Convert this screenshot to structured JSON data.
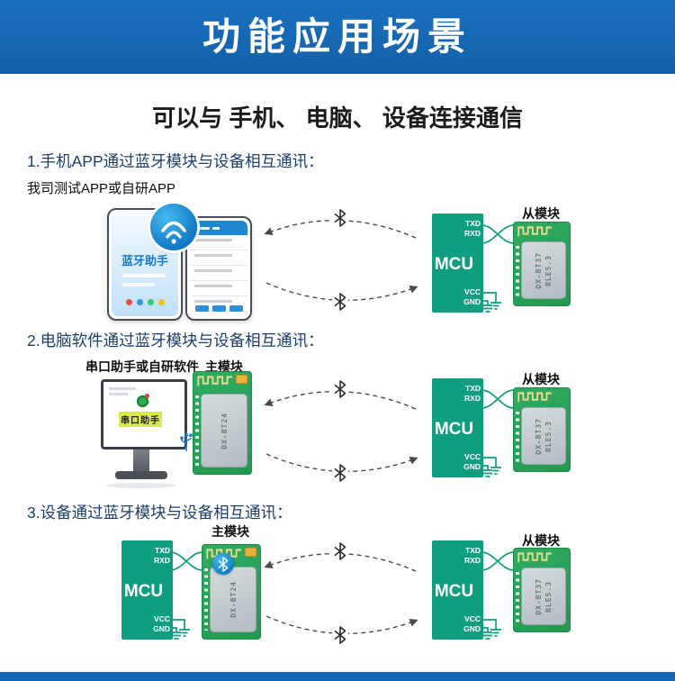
{
  "header": {
    "title": "功能应用场景"
  },
  "subtitle": "可以与 手机、 电脑、 设备连接通信",
  "sections": {
    "s1": {
      "heading": "1.手机APP通过蓝牙模块与设备相互通讯：",
      "note": "我司测试APP或自研APP",
      "slave_label": "从模块"
    },
    "s2": {
      "heading": "2.电脑软件通过蓝牙模块与设备相互通讯：",
      "left_label": "串口助手或自研软件",
      "master_label": "主模块",
      "pc_app": "串口助手",
      "slave_label": "从模块"
    },
    "s3": {
      "heading": "3.设备通过蓝牙模块与设备相互通讯：",
      "master_label": "主模块",
      "slave_label": "从模块"
    }
  },
  "phone": {
    "app_name": "蓝牙助手"
  },
  "mcu": {
    "label": "MCU",
    "txd": "TXD",
    "rxd": "RXD",
    "vcc": "VCC",
    "gnd": "GND"
  },
  "module": {
    "master_chip": "DX-BT24",
    "slave_chip_line1": "DX-BT37",
    "slave_chip_line2": "BLE5.3"
  },
  "colors": {
    "banner_blue": "#1567b5",
    "mcu_green": "#0f9e7f",
    "pcb_green": "#28a35c",
    "shield_gray": "#c3cbd0",
    "arrow_gray": "#4a4a4a",
    "bt_blue": "#1b9ad6"
  }
}
